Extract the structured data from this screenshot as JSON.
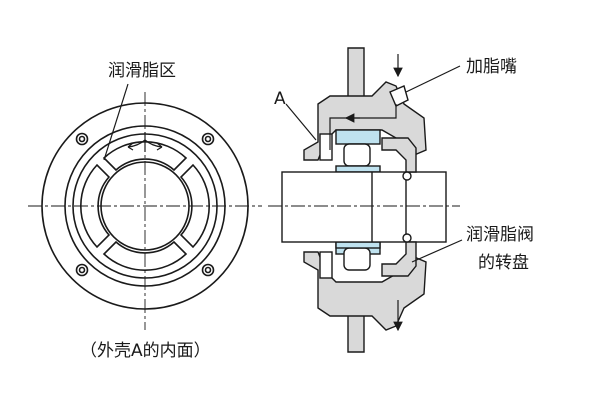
{
  "labels": {
    "grease_zone": "润滑脂区",
    "grease_nipple": "加脂嘴",
    "housing_mark": "A",
    "grease_valve_line1": "润滑脂阀",
    "grease_valve_line2": "的转盘",
    "caption": "（外壳A的内面）"
  },
  "colors": {
    "ink": "#1a1a1a",
    "metal": "#d9d9d9",
    "bearing": "#bfe2ef",
    "background": "#ffffff"
  }
}
